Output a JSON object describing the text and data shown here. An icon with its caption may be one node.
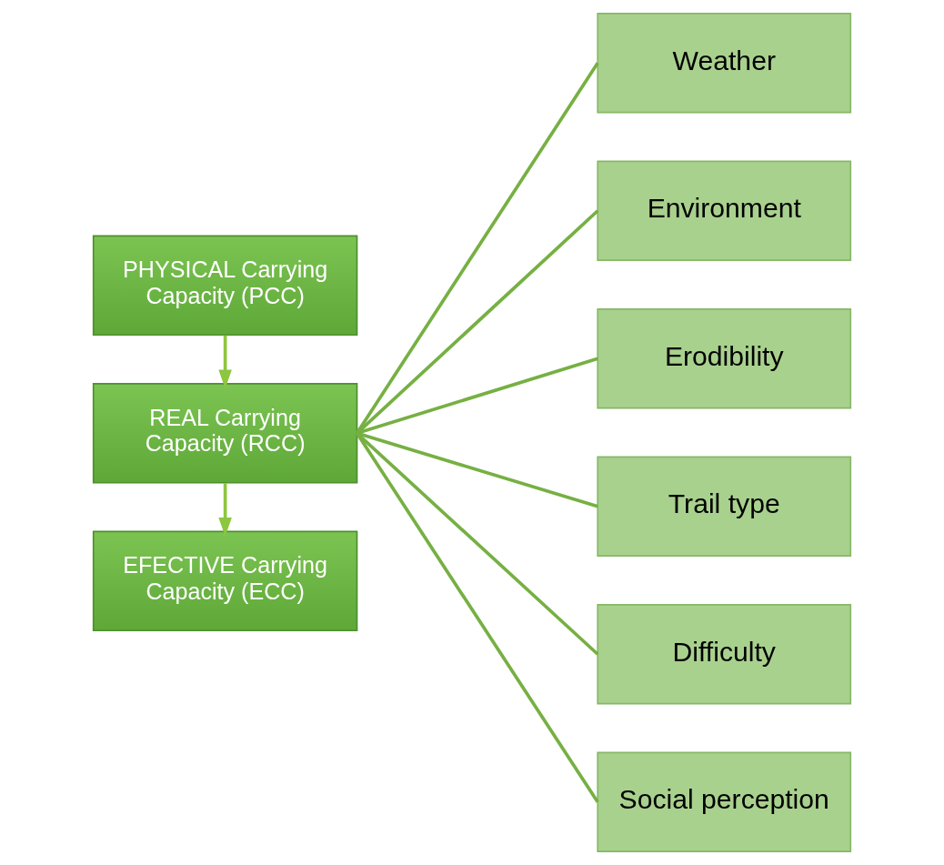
{
  "diagram": {
    "nodes": [
      {
        "text": [
          "PHYSICAL Carrying Capacity (PCC)"
        ]
      },
      {
        "text": [
          "REAL Carrying Capacity (RCC)"
        ]
      },
      {
        "text": [
          "EFECTIVE Carrying Capacity (ECC)"
        ]
      },
      {
        "text": [
          "Weather"
        ]
      },
      {
        "text": [
          "Environment"
        ]
      },
      {
        "text": [
          "Erodibility"
        ]
      },
      {
        "text": [
          "Trail type"
        ]
      },
      {
        "text": [
          "Difficulty"
        ]
      },
      {
        "text": [
          "Social perception"
        ]
      }
    ],
    "edges": [
      {
        "from": 0,
        "to": 1,
        "arrow": "to"
      },
      {
        "from": 1,
        "to": 2,
        "arrow": "to"
      },
      {
        "from": 1,
        "to": 3,
        "arrow": "none"
      },
      {
        "from": 1,
        "to": 4,
        "arrow": "none"
      },
      {
        "from": 1,
        "to": 5,
        "arrow": "none"
      },
      {
        "from": 1,
        "to": 6,
        "arrow": "none"
      },
      {
        "from": 1,
        "to": 7,
        "arrow": "none"
      },
      {
        "from": 1,
        "to": 8,
        "arrow": "none"
      }
    ]
  }
}
